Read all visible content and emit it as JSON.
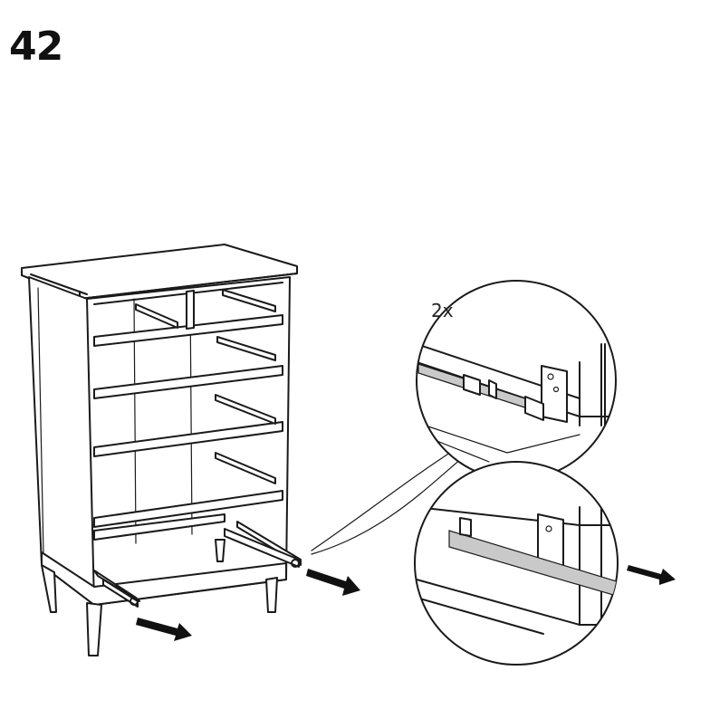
{
  "step": {
    "number": "42"
  },
  "detail": {
    "quantity_label": "2x"
  },
  "icons": {
    "dresser": "dresser-illustration",
    "rail_fitted": "drawer-rail-fitted-closeup",
    "rail_removal": "drawer-rail-slide-out-closeup",
    "arrow": "direction-arrow"
  }
}
